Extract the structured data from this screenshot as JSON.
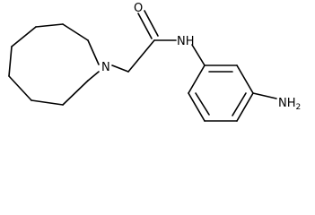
{
  "molecule": {
    "atoms": {
      "carbonyl_oxygen": "O",
      "amide_nitrogen": "NH",
      "ring_nitrogen": "N",
      "amine_group": "NH",
      "amine_subscript": "2"
    }
  }
}
